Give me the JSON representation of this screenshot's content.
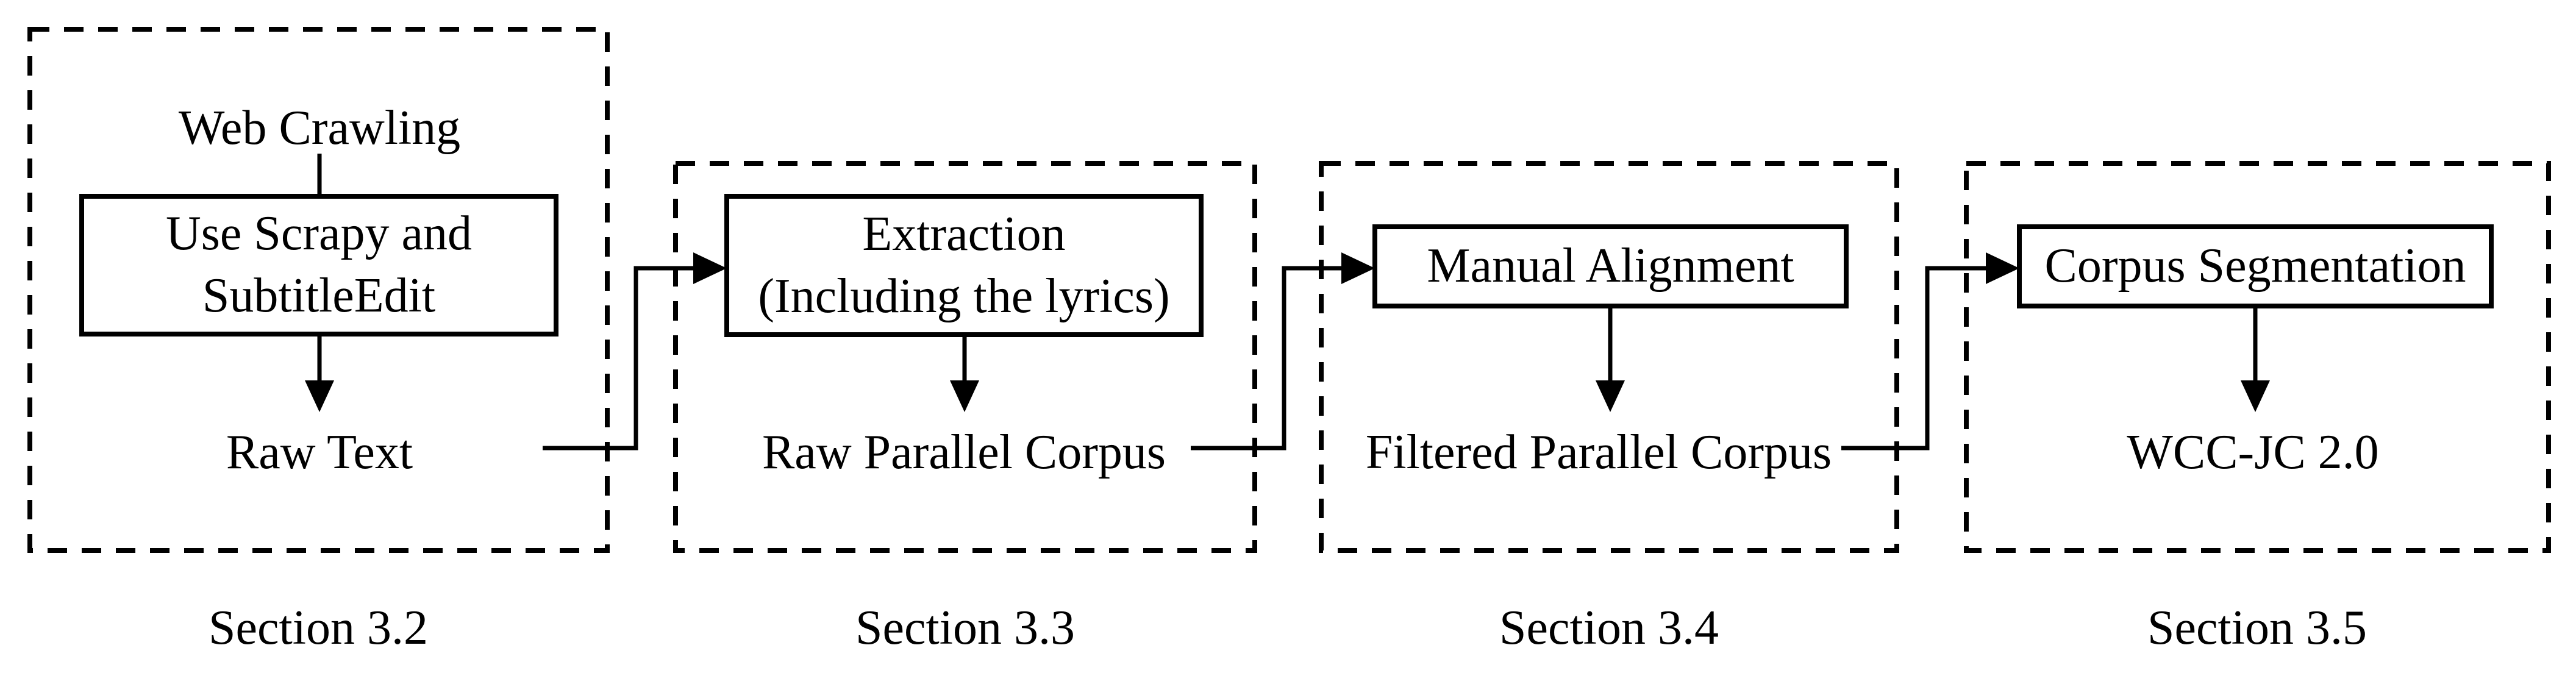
{
  "diagram": {
    "background_color": "#ffffff",
    "line_color": "#000000",
    "sections": [
      {
        "section_label": "Section 3.2",
        "input_label": "Web Crawling",
        "process_lines": [
          "Use Scrapy and",
          "SubtitleEdit"
        ],
        "output_label": "Raw Text"
      },
      {
        "section_label": "Section 3.3",
        "process_lines": [
          "Extraction",
          "(Including the lyrics)"
        ],
        "output_label": "Raw Parallel Corpus"
      },
      {
        "section_label": "Section 3.4",
        "process_lines": [
          "Manual Alignment"
        ],
        "output_label": "Filtered Parallel Corpus"
      },
      {
        "section_label": "Section 3.5",
        "process_lines": [
          "Corpus Segmentation"
        ],
        "output_label": "WCC-JC 2.0"
      }
    ]
  }
}
